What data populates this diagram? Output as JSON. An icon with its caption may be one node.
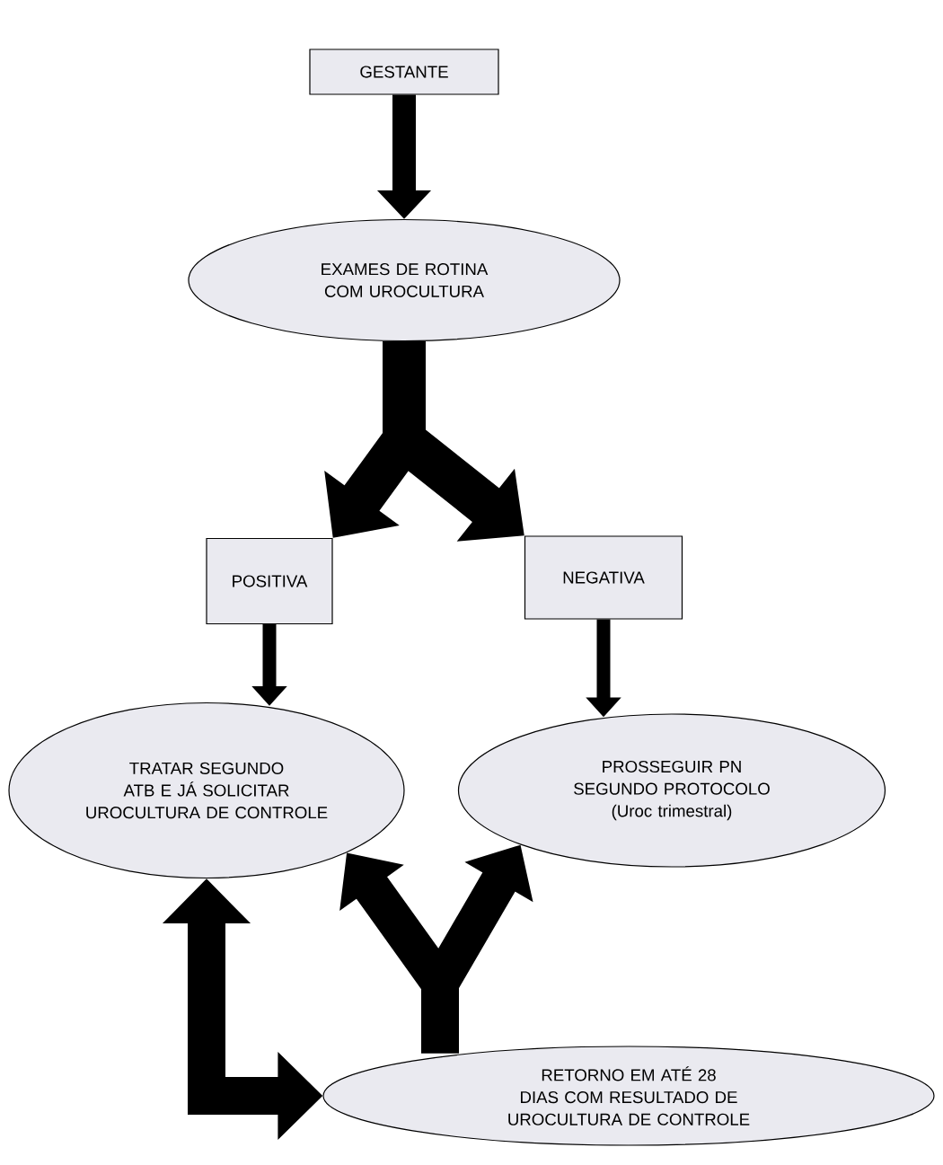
{
  "diagram": {
    "nodes": [
      {
        "text": [
          "GESTANTE"
        ]
      },
      {
        "text": [
          "EXAMES DE ROTINA COM UROCULTURA"
        ]
      },
      {
        "text": [
          "POSITIVA"
        ]
      },
      {
        "text": [
          "NEGATIVA"
        ]
      },
      {
        "text": [
          "TRATAR SEGUNDO ATB E JÁ SOLICITAR UROCULTURA DE CONTROLE"
        ]
      },
      {
        "text": [
          "PROSSEGUIR PN SEGUNDO PROTOCOLO",
          "(Uroc trimestral)"
        ]
      },
      {
        "text": [
          "RETORNO EM ATÉ 28 DIAS COM RESULTADO DE UROCULTURA DE CONTROLE"
        ]
      }
    ],
    "edges": [
      {
        "from": 0,
        "to": 1,
        "arrow": "to"
      },
      {
        "from": 1,
        "to": 2,
        "arrow": "to"
      },
      {
        "from": 1,
        "to": 3,
        "arrow": "to"
      },
      {
        "from": 2,
        "to": 4,
        "arrow": "to"
      },
      {
        "from": 3,
        "to": 5,
        "arrow": "to"
      },
      {
        "from": 6,
        "to": 4,
        "arrow": "to"
      },
      {
        "from": 6,
        "to": 5,
        "arrow": "to"
      },
      {
        "from": 4,
        "to": 6,
        "arrow": "both"
      }
    ]
  }
}
